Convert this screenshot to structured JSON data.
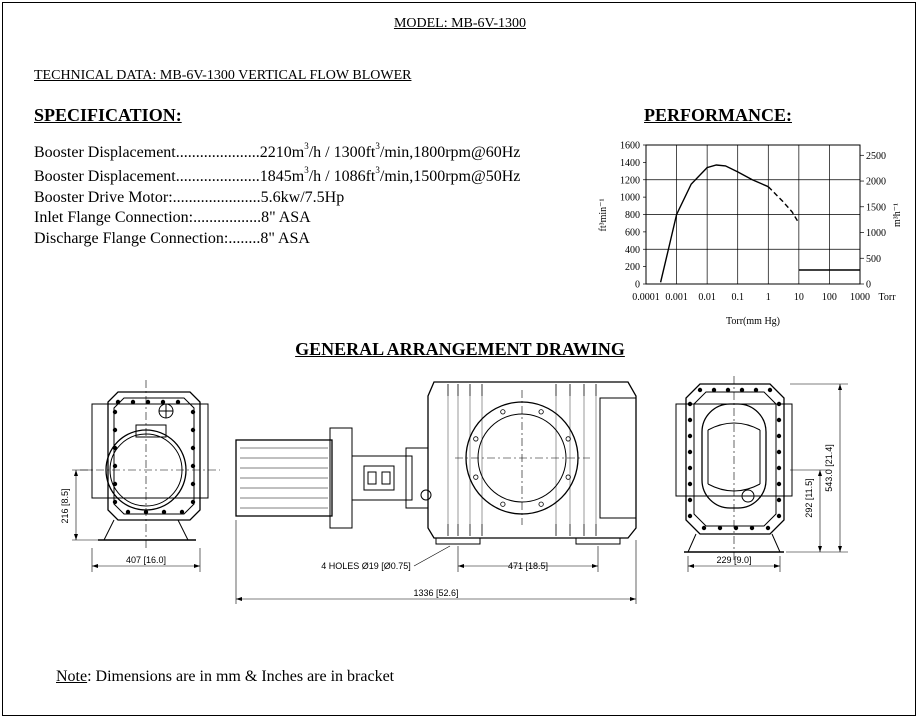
{
  "model": "MODEL: MB-6V-1300",
  "technical_data": "TECHNICAL DATA: MB-6V-1300 VERTICAL FLOW BLOWER",
  "specification": {
    "title": "SPECIFICATION:",
    "rows": [
      {
        "label": "Booster Displacement.....................",
        "v1": "2210m",
        "s1": "3",
        "v2": "/h / 1300ft",
        "s2": "3",
        "v3": "/min,1800rpm@60Hz"
      },
      {
        "label": "Booster Displacement.....................",
        "v1": "1845m",
        "s1": "3",
        "v2": "/h / 1086ft",
        "s2": "3",
        "v3": "/min,1500rpm@50Hz"
      }
    ],
    "motor": "Booster Drive Motor:......................5.6kw/7.5Hp",
    "inlet": "Inlet Flange Connection:.................8\" ASA",
    "discharge": "Discharge Flange Connection:........8\" ASA"
  },
  "performance": {
    "title": "PERFORMANCE:",
    "left_ticks": [
      "0",
      "200",
      "400",
      "600",
      "800",
      "1000",
      "1200",
      "1400",
      "1600"
    ],
    "right_ticks": [
      "0",
      "500",
      "1000",
      "1500",
      "2000",
      "2500"
    ],
    "x_ticks": [
      "0.0001",
      "0.001",
      "0.01",
      "0.1",
      "1",
      "10",
      "100",
      "1000"
    ],
    "x_unit_extra": "Torr",
    "xlabel": "Torr(mm Hg)",
    "ylabel_left": "ft³min⁻¹",
    "ylabel_right": "m³h⁻¹"
  },
  "chart_data": {
    "type": "line",
    "xscale": "log",
    "xlim": [
      0.0001,
      1000
    ],
    "ylim": [
      0,
      1600
    ],
    "y2lim": [
      0,
      2700
    ],
    "xlabel": "Torr(mm Hg)",
    "ylabel": "ft³min⁻¹",
    "y2label": "m³h⁻¹",
    "grid": true,
    "series": [
      {
        "x": [
          0.0003,
          0.0005,
          0.001,
          0.003,
          0.01,
          0.02,
          0.04,
          0.1,
          0.3,
          1,
          3,
          6,
          10
        ],
        "y": [
          20,
          350,
          800,
          1150,
          1340,
          1370,
          1360,
          1290,
          1200,
          1120,
          950,
          830,
          700
        ]
      }
    ]
  },
  "ga": {
    "title": "GENERAL ARRANGEMENT DRAWING",
    "dims": {
      "h216": "216 [8.5]",
      "w407": "407 [16.0]",
      "holes": "4 HOLES Ø19 [Ø0.75]",
      "w471": "471 [18.5]",
      "w1336": "1336 [52.6]",
      "w229": "229 [9.0]",
      "h292": "292 [11.5]",
      "h543": "543.0 [21.4]"
    }
  },
  "note": {
    "label": "Note",
    "text": ": Dimensions are in mm & Inches are in bracket"
  }
}
